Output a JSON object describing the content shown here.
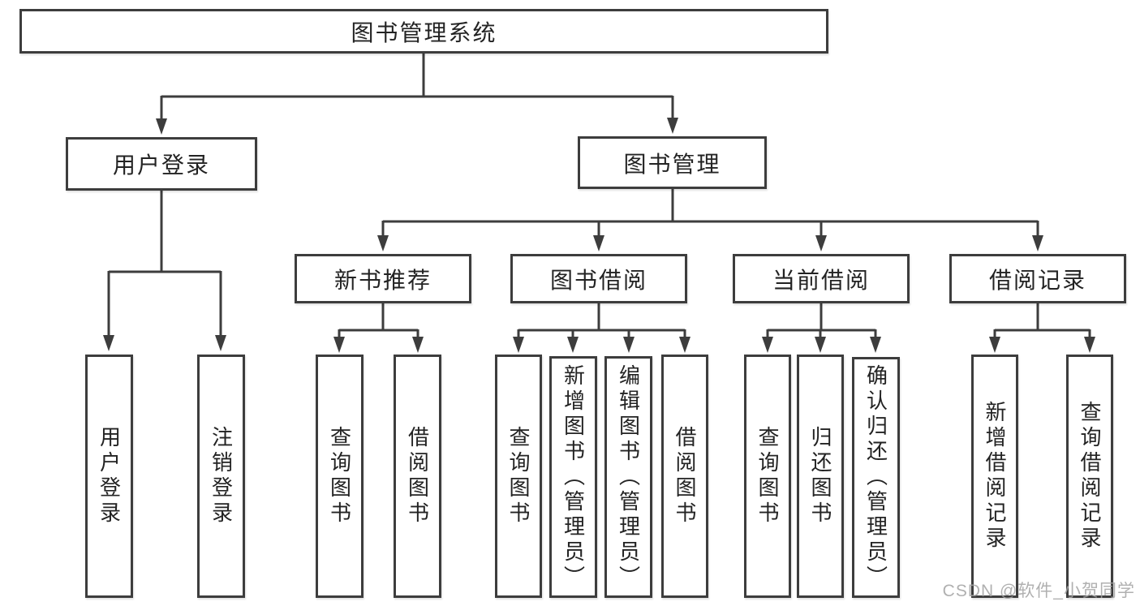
{
  "tree": {
    "label": "图书管理系统",
    "children": [
      {
        "label": "用户登录",
        "children": [
          {
            "label": "用户登录"
          },
          {
            "label": "注销登录"
          }
        ]
      },
      {
        "label": "图书管理",
        "children": [
          {
            "label": "新书推荐",
            "children": [
              {
                "label": "查询图书"
              },
              {
                "label": "借阅图书"
              }
            ]
          },
          {
            "label": "图书借阅",
            "children": [
              {
                "label": "查询图书"
              },
              {
                "label": "新增图书（管理员）"
              },
              {
                "label": "编辑图书（管理员）"
              },
              {
                "label": "借阅图书"
              }
            ]
          },
          {
            "label": "当前借阅",
            "children": [
              {
                "label": "查询图书"
              },
              {
                "label": "归还图书"
              },
              {
                "label": "确认归还（管理员）"
              }
            ]
          },
          {
            "label": "借阅记录",
            "children": [
              {
                "label": "新增借阅记录"
              },
              {
                "label": "查询借阅记录"
              }
            ]
          }
        ]
      }
    ]
  },
  "watermark": {
    "text": "CSDN @软件_小贺同学"
  },
  "colors": {
    "line": "#3d3d3d",
    "text": "#232323",
    "box_fill": "#ffffff",
    "background": "#ffffff",
    "watermark": "#a3a3a3"
  }
}
